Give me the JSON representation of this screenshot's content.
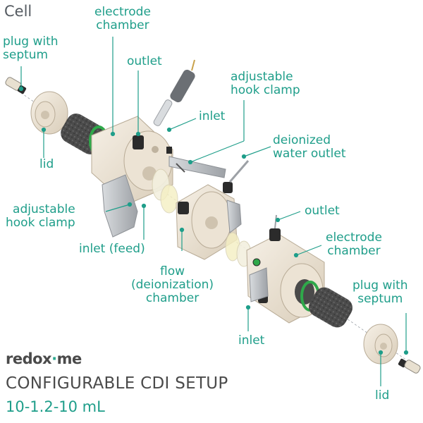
{
  "title": "Cell",
  "brand": {
    "prefix": "redox",
    "dot": "·",
    "suffix": "me"
  },
  "product": "CONFIGURABLE CDI SETUP",
  "volumes": "10-1.2-10 mL",
  "colors": {
    "label": "#1f9e8a",
    "leader": "#1f9e8a",
    "housing": "#efe6d8",
    "graphite": "#4b4b4b",
    "oring": "#2fa84a",
    "metal": "#b9bcc0",
    "title": "#555b61",
    "brand_text": "#4a4a4a"
  },
  "labels": {
    "electrode_chamber_top": "electrode\nchamber",
    "plug_septum_left": "plug with\nseptum",
    "outlet_top": "outlet",
    "adjustable_hook_clamp_top": "adjustable\nhook clamp",
    "inlet_top": "inlet",
    "lid_left": "lid",
    "deionized_water_outlet": "deionized\nwater outlet",
    "adjustable_hook_clamp_left": "adjustable\nhook clamp",
    "outlet_right": "outlet",
    "inlet_feed": "inlet (feed)",
    "electrode_chamber_right": "electrode\nchamber",
    "flow_chamber": "flow\n(deionization)\nchamber",
    "plug_septum_right": "plug with\nseptum",
    "inlet_bottom": "inlet",
    "lid_right": "lid"
  }
}
